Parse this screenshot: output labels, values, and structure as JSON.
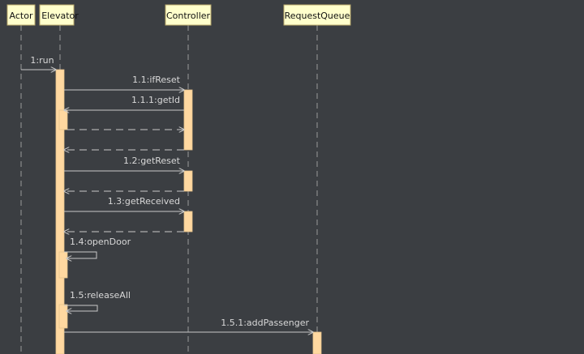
{
  "diagram": {
    "type": "sequence",
    "colors": {
      "background": "#3b3e42",
      "header_fill": "#ffffcc",
      "header_stroke": "#b9a86a",
      "activation_fill": "#ffd8a0",
      "lifeline": "#9a9a9a",
      "arrow": "#c8c8c8",
      "text": "#d8d8d8"
    },
    "participants": [
      {
        "name": "Actor"
      },
      {
        "name": "Elevator"
      },
      {
        "name": "Controller"
      },
      {
        "name": "RequestQueue"
      }
    ],
    "messages": [
      {
        "label": "1:run",
        "from": "Actor",
        "to": "Elevator",
        "kind": "call"
      },
      {
        "label": "1.1:ifReset",
        "from": "Elevator",
        "to": "Controller",
        "kind": "call"
      },
      {
        "label": "1.1.1:getId",
        "from": "Controller",
        "to": "Elevator",
        "kind": "call"
      },
      {
        "label": "",
        "from": "Elevator",
        "to": "Controller",
        "kind": "return"
      },
      {
        "label": "",
        "from": "Controller",
        "to": "Elevator",
        "kind": "return"
      },
      {
        "label": "1.2:getReset",
        "from": "Elevator",
        "to": "Controller",
        "kind": "call"
      },
      {
        "label": "",
        "from": "Controller",
        "to": "Elevator",
        "kind": "return"
      },
      {
        "label": "1.3:getReceived",
        "from": "Elevator",
        "to": "Controller",
        "kind": "call"
      },
      {
        "label": "",
        "from": "Controller",
        "to": "Elevator",
        "kind": "return"
      },
      {
        "label": "1.4:openDoor",
        "from": "Elevator",
        "to": "Elevator",
        "kind": "self"
      },
      {
        "label": "1.5:releaseAll",
        "from": "Elevator",
        "to": "Elevator",
        "kind": "self"
      },
      {
        "label": "1.5.1:addPassenger",
        "from": "Elevator",
        "to": "RequestQueue",
        "kind": "call"
      }
    ]
  }
}
